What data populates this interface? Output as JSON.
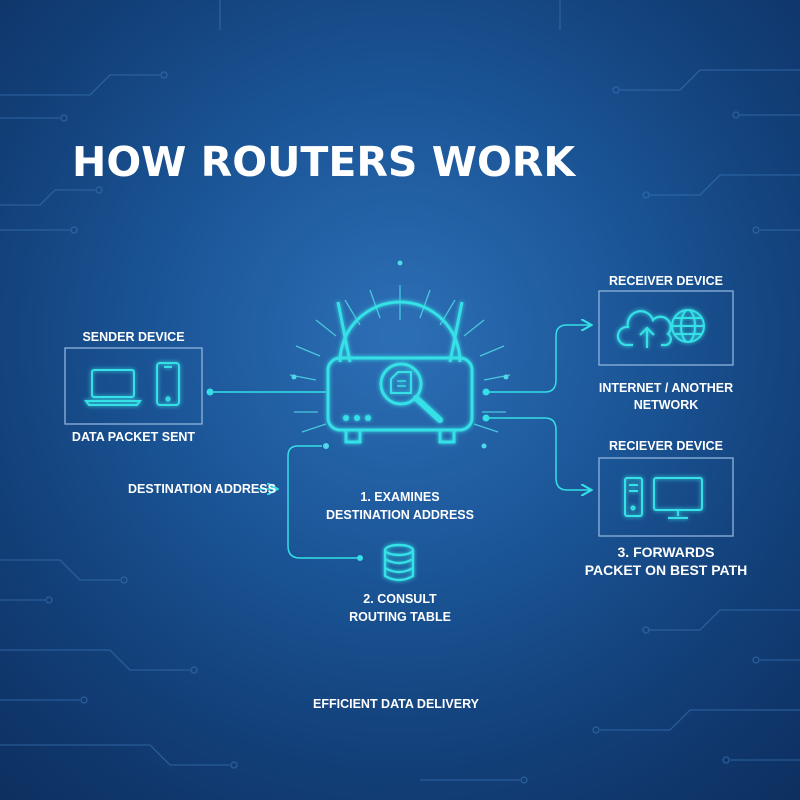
{
  "title": "HOW ROUTERS WORK",
  "sender": {
    "heading": "SENDER DEVICE",
    "caption": "DATA PACKET SENT"
  },
  "destination_label": "DESTINATION ADDRESS",
  "step1": {
    "line1": "1. EXAMINES",
    "line2": "DESTINATION ADDRESS"
  },
  "step2": {
    "line1": "2. CONSULT",
    "line2": "ROUTING TABLE"
  },
  "receiver_top": {
    "heading": "RECEIVER DEVICE",
    "caption_line1": "INTERNET / ANOTHER",
    "caption_line2": "NETWORK"
  },
  "receiver_bottom": {
    "heading": "RECIEVER DEVICE"
  },
  "step3": {
    "line1": "3. FORWARDS",
    "line2": "PACKET ON BEST PATH"
  },
  "footer": "EFFICIENT DATA DELIVERY",
  "colors": {
    "accent": "#34e0e6",
    "background": "#1b5698",
    "text": "#ffffff"
  }
}
